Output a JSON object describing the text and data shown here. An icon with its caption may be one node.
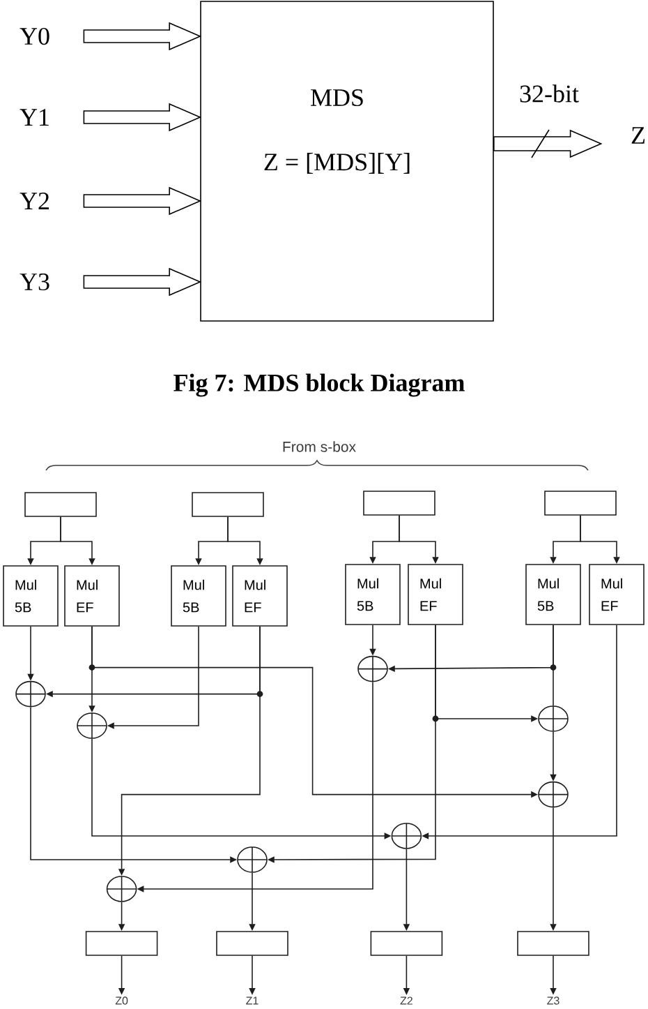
{
  "diagram": {
    "caption": "Fig 7: MDS block Diagram",
    "nodes": [
      {
        "text": [
          "Y0"
        ]
      },
      {
        "text": [
          "Y1"
        ]
      },
      {
        "text": [
          "Y2"
        ]
      },
      {
        "text": [
          "Y3"
        ]
      },
      {
        "text": [
          "MDS",
          "Z = [MDS][Y]"
        ]
      },
      {
        "text": [
          "Z"
        ]
      },
      {
        "text": [],
        "shape": "box"
      },
      {
        "text": [],
        "shape": "box"
      },
      {
        "text": [],
        "shape": "box"
      },
      {
        "text": [],
        "shape": "box"
      },
      {
        "text": [
          "Mul 5B"
        ]
      },
      {
        "text": [
          "Mul EF"
        ]
      },
      {
        "text": [
          "Mul 5B"
        ]
      },
      {
        "text": [
          "Mul EF"
        ]
      },
      {
        "text": [
          "Mul 5B"
        ]
      },
      {
        "text": [
          "Mul EF"
        ]
      },
      {
        "text": [
          "Mul 5B"
        ]
      },
      {
        "text": [
          "Mul EF"
        ]
      },
      {
        "text": [],
        "shape": "circle"
      },
      {
        "text": [],
        "shape": "circle"
      },
      {
        "text": [],
        "shape": "circle"
      },
      {
        "text": [],
        "shape": "circle"
      },
      {
        "text": [],
        "shape": "circle"
      },
      {
        "text": [],
        "shape": "circle"
      },
      {
        "text": [],
        "shape": "circle"
      },
      {
        "text": [],
        "shape": "circle"
      },
      {
        "text": [],
        "shape": "box"
      },
      {
        "text": [],
        "shape": "box"
      },
      {
        "text": [],
        "shape": "box"
      },
      {
        "text": [],
        "shape": "box"
      },
      {
        "text": [
          "Z0"
        ]
      },
      {
        "text": [
          "Z1"
        ]
      },
      {
        "text": [
          "Z2"
        ]
      },
      {
        "text": [
          "Z3"
        ]
      }
    ],
    "edges": [
      {
        "from": 0,
        "to": 4,
        "arrow": "to"
      },
      {
        "from": 1,
        "to": 4,
        "arrow": "to"
      },
      {
        "from": 2,
        "to": 4,
        "arrow": "to"
      },
      {
        "from": 3,
        "to": 4,
        "arrow": "to"
      },
      {
        "from": 4,
        "to": 5,
        "arrow": "to",
        "label": "32-bit"
      },
      {
        "from": 6,
        "to": 10,
        "arrow": "to"
      },
      {
        "from": 6,
        "to": 11,
        "arrow": "to"
      },
      {
        "from": 7,
        "to": 12,
        "arrow": "to"
      },
      {
        "from": 7,
        "to": 13,
        "arrow": "to"
      },
      {
        "from": 8,
        "to": 14,
        "arrow": "to"
      },
      {
        "from": 8,
        "to": 15,
        "arrow": "to"
      },
      {
        "from": 9,
        "to": 16,
        "arrow": "to"
      },
      {
        "from": 9,
        "to": 17,
        "arrow": "to"
      },
      {
        "from": 10,
        "to": 19,
        "arrow": "to"
      },
      {
        "from": 11,
        "to": 21,
        "arrow": "to"
      },
      {
        "from": 11,
        "to": 22,
        "arrow": "to"
      },
      {
        "from": 13,
        "to": 19,
        "arrow": "to"
      },
      {
        "from": 13,
        "to": 25,
        "arrow": "to"
      },
      {
        "from": 12,
        "to": 21,
        "arrow": "to"
      },
      {
        "from": 14,
        "to": 18,
        "arrow": "to"
      },
      {
        "from": 16,
        "to": 18,
        "arrow": "to"
      },
      {
        "from": 16,
        "to": 20,
        "arrow": "none"
      },
      {
        "from": 15,
        "to": 20,
        "arrow": "to"
      },
      {
        "from": 15,
        "to": 24,
        "arrow": "to"
      },
      {
        "from": 17,
        "to": 23,
        "arrow": "to"
      },
      {
        "from": 19,
        "to": 24,
        "arrow": "to"
      },
      {
        "from": 21,
        "to": 23,
        "arrow": "to"
      },
      {
        "from": 18,
        "to": 25,
        "arrow": "to"
      },
      {
        "from": 20,
        "to": 22,
        "arrow": "to"
      },
      {
        "from": 22,
        "to": 29,
        "arrow": "to"
      },
      {
        "from": 23,
        "to": 28,
        "arrow": "to"
      },
      {
        "from": 24,
        "to": 27,
        "arrow": "to"
      },
      {
        "from": 25,
        "to": 26,
        "arrow": "to"
      },
      {
        "from": 26,
        "to": 30,
        "arrow": "to"
      },
      {
        "from": 27,
        "to": 31,
        "arrow": "to"
      },
      {
        "from": 28,
        "to": 32,
        "arrow": "to"
      },
      {
        "from": 29,
        "to": 33,
        "arrow": "to"
      }
    ],
    "labels": [
      "From s-box"
    ]
  }
}
